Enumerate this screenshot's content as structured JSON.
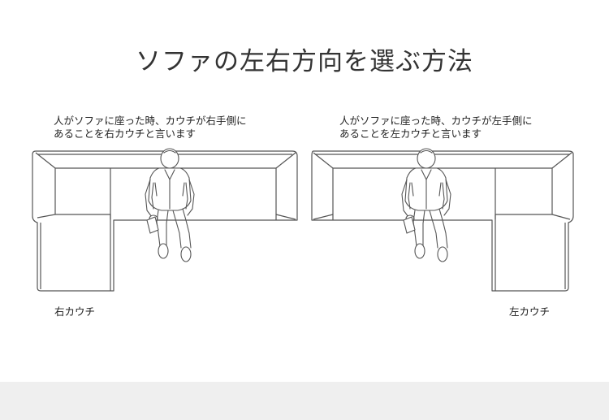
{
  "title": "ソファの左右方向を選ぶ方法",
  "panels": [
    {
      "description_lines": [
        "人がソファに座った時、カウチが右手側に",
        "あることを右カウチと言います"
      ],
      "label": "右カウチ"
    },
    {
      "description_lines": [
        "人がソファに座った時、カウチが左手側に",
        "あることを左カウチと言います"
      ],
      "label": "左カウチ"
    }
  ],
  "colors": {
    "title": "#333333",
    "line": "#555555",
    "footer": "#efefef"
  }
}
